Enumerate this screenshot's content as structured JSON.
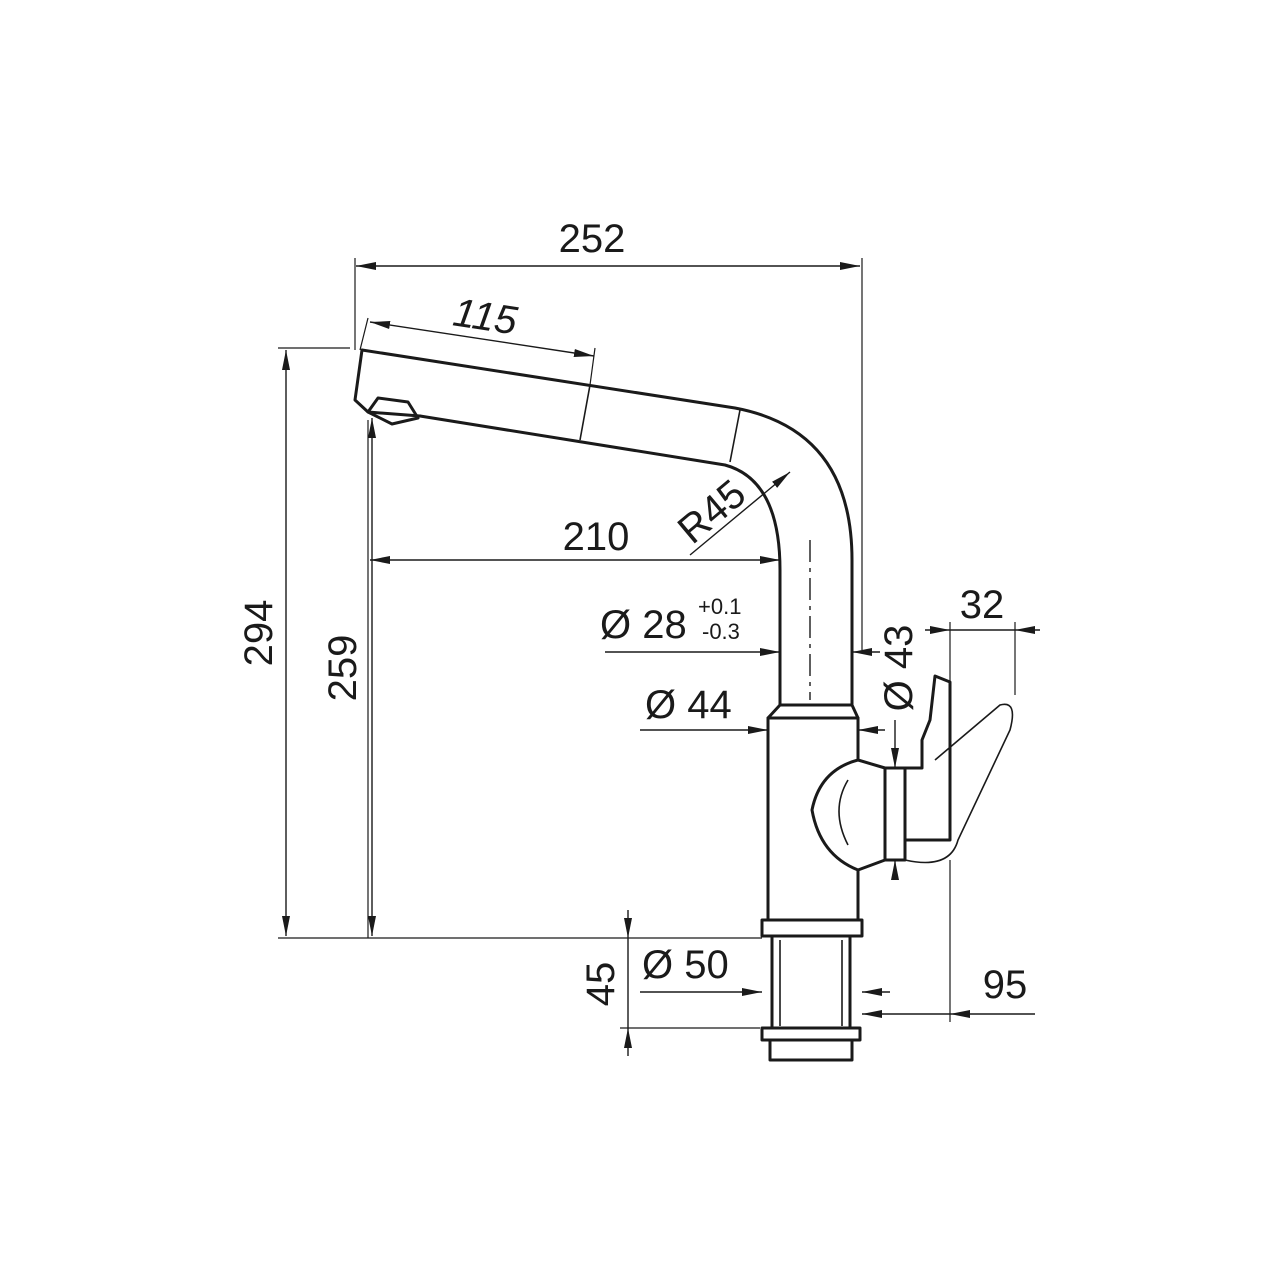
{
  "dimensions": {
    "overall_width": "252",
    "spout_length": "115",
    "reach": "210",
    "bend_radius": "R45",
    "overall_height": "294",
    "spout_height": "259",
    "spout_diameter": "Ø 28",
    "spout_tolerance_upper": "+0.1",
    "spout_tolerance_lower": "-0.3",
    "body_diameter": "Ø 44",
    "handle_diameter": "Ø 43",
    "handle_width": "32",
    "handle_clearance": "95",
    "base_diameter": "Ø 50",
    "base_height": "45"
  },
  "colors": {
    "line": "#1a1a1a",
    "background": "#ffffff"
  }
}
